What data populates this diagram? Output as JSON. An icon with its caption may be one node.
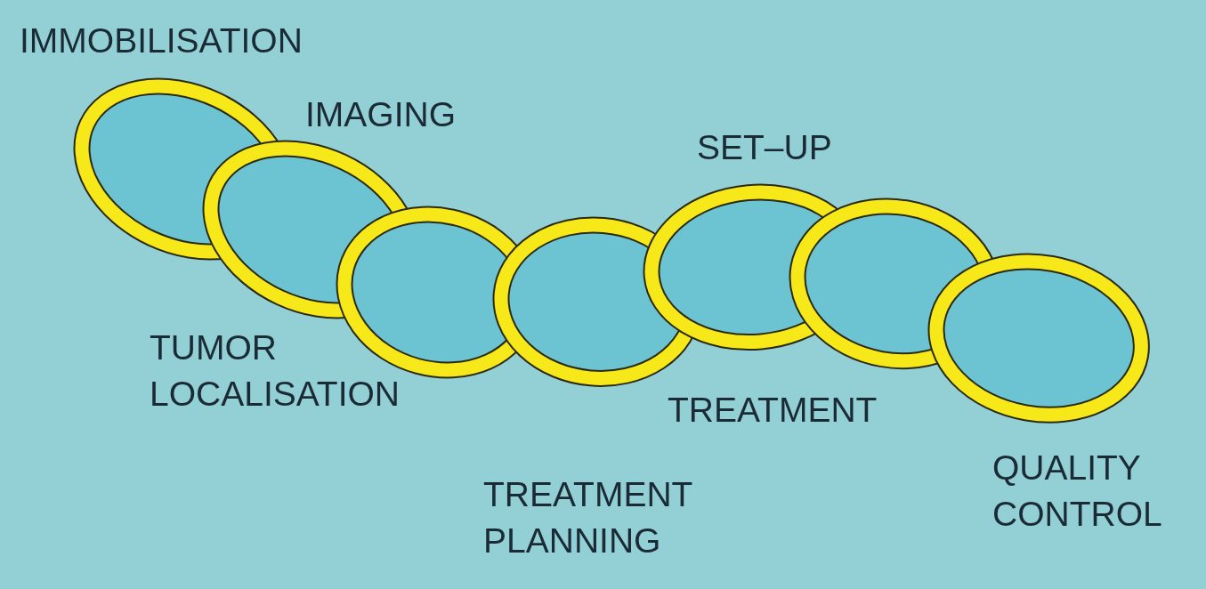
{
  "diagram": {
    "nodes": [
      {
        "text": [
          "IMMOBILISATION"
        ]
      },
      {
        "text": [
          "IMAGING"
        ]
      },
      {
        "text": [
          "TUMOR LOCALISATION"
        ]
      },
      {
        "text": [
          "TREATMENT PLANNING"
        ]
      },
      {
        "text": [
          "SET–UP"
        ]
      },
      {
        "text": [
          "TREATMENT"
        ]
      },
      {
        "text": [
          "QUALITY CONTROL"
        ]
      }
    ]
  }
}
